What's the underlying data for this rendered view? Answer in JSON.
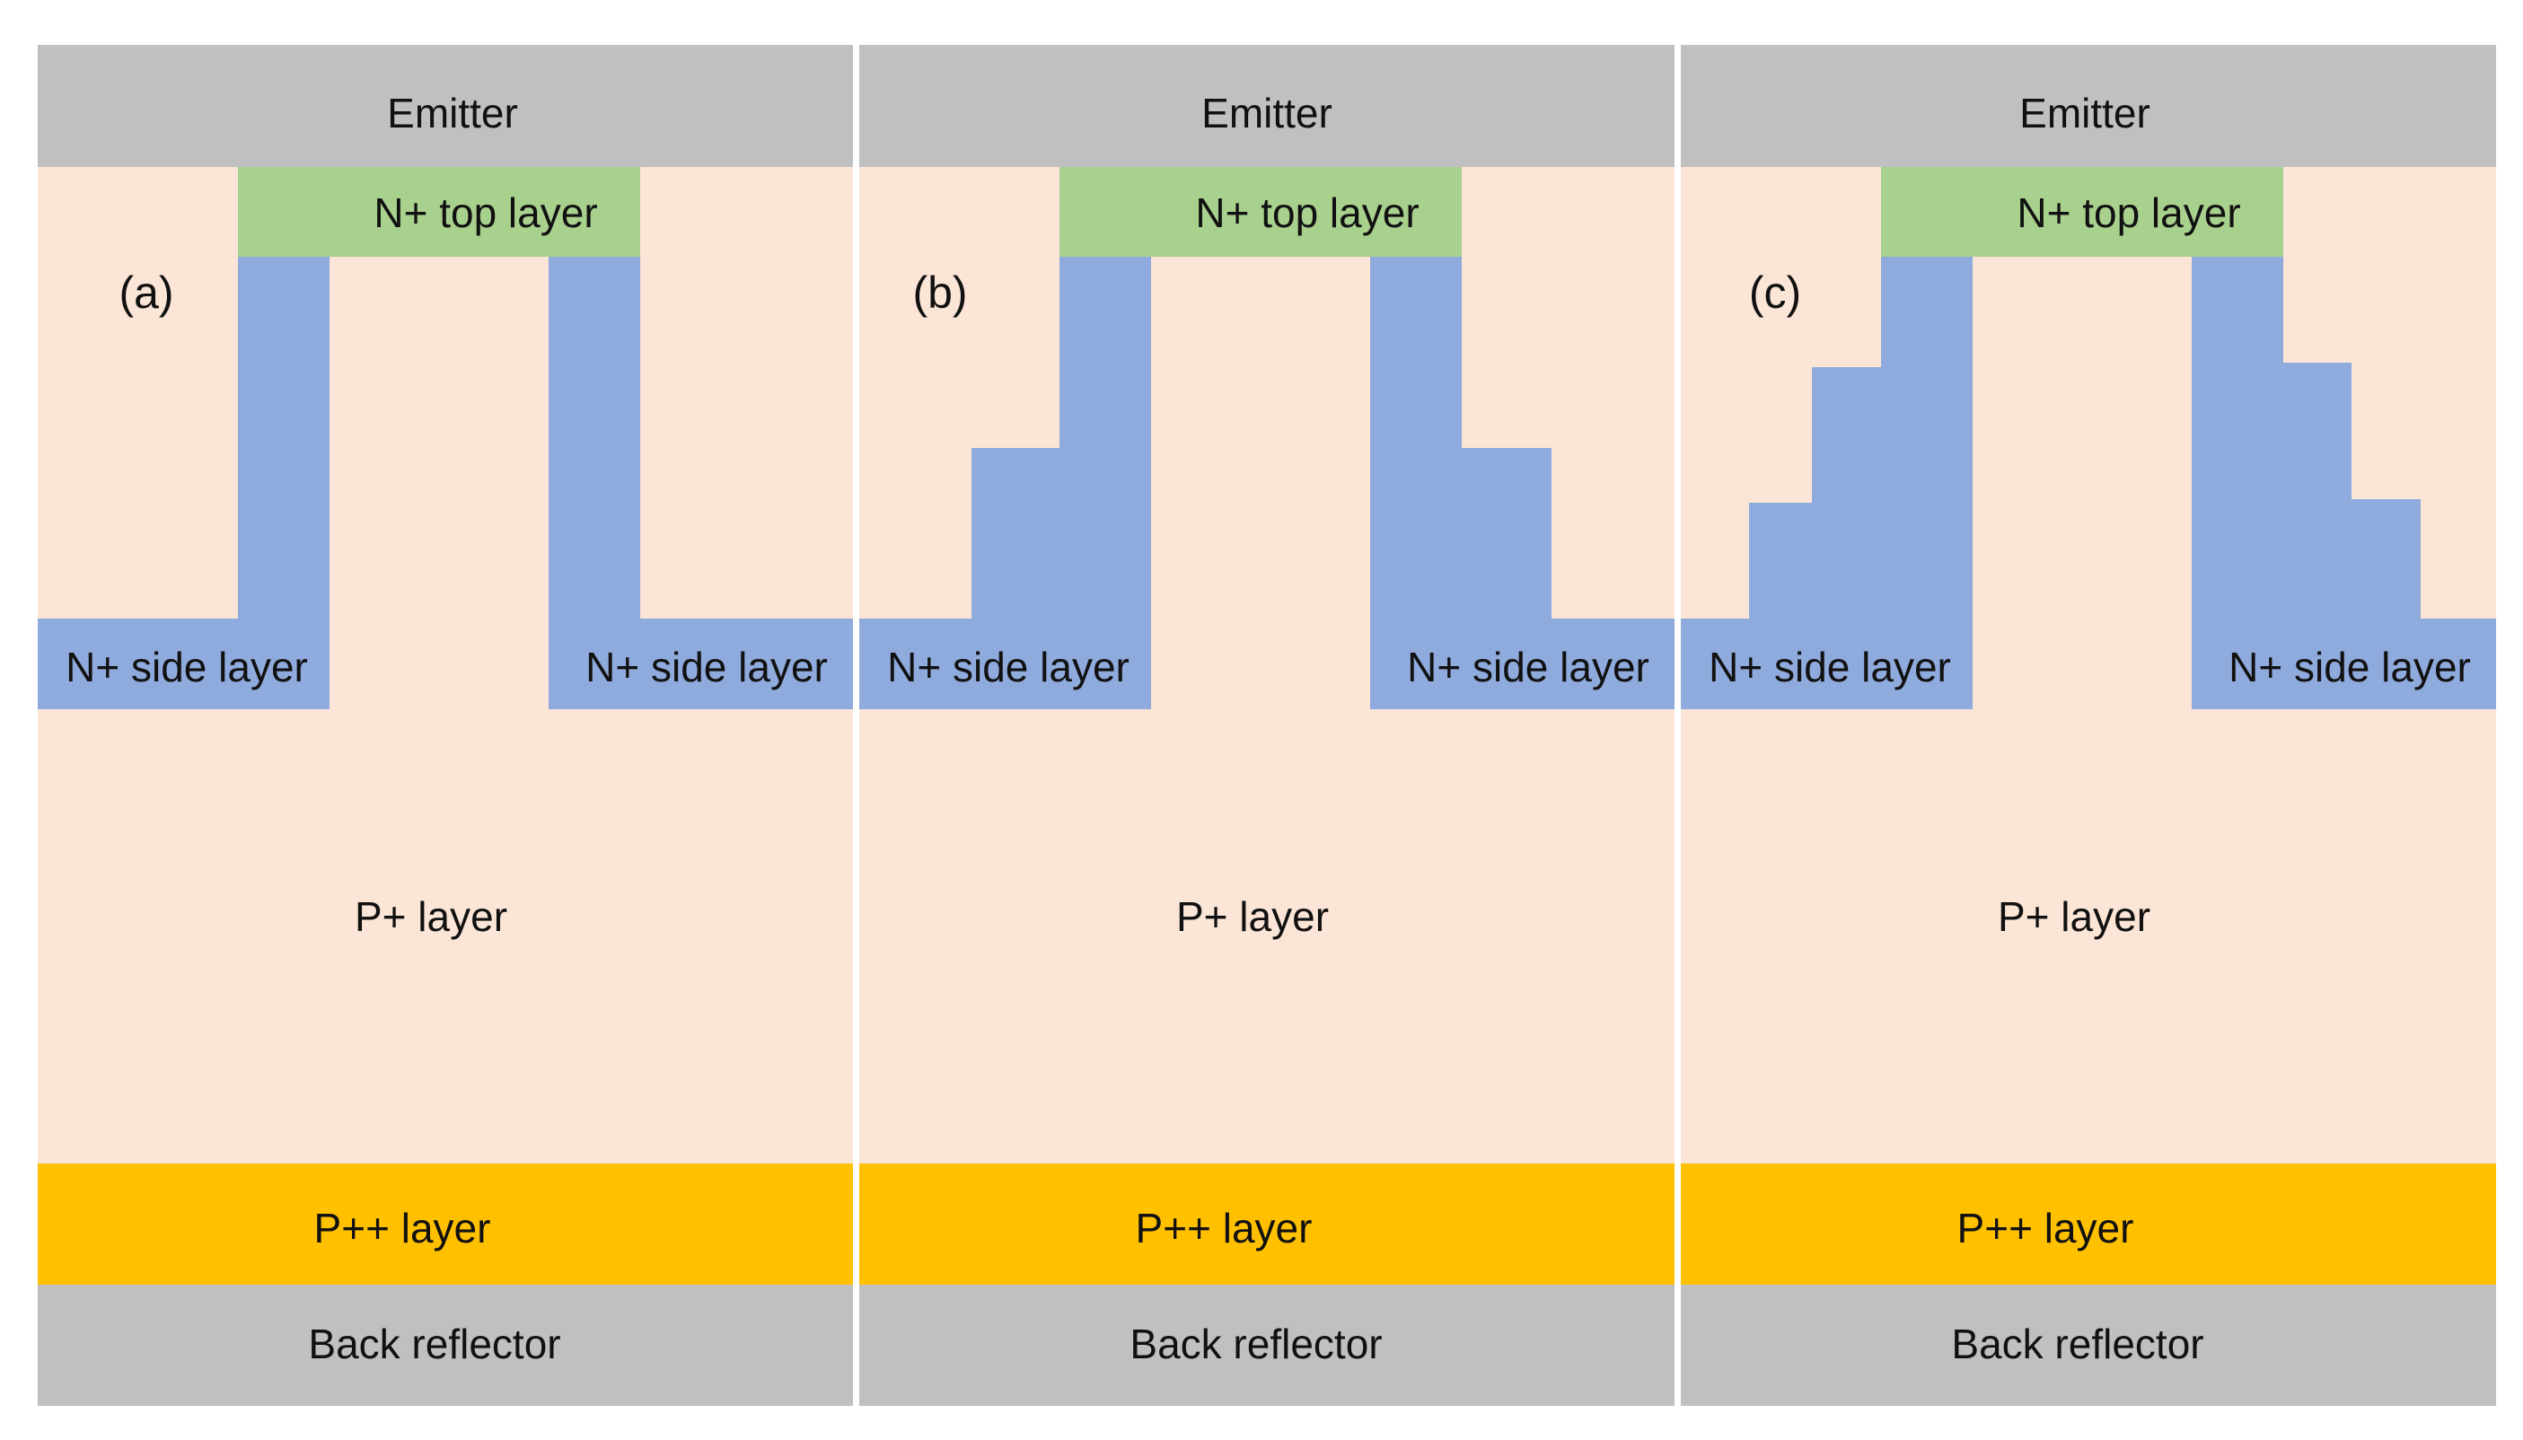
{
  "colors": {
    "emitter": "#c0c0c0",
    "n_top": "#a9d18e",
    "n_side": "#8faadc",
    "p_layer": "#fbe5d6",
    "p_pp": "#ffc000",
    "reflector": "#c0c0c0",
    "background": "#ffffff"
  },
  "panels": [
    {
      "tag": "(a)",
      "labels": {
        "emitter": "Emitter",
        "n_top": "N+ top layer",
        "n_side_left": "N+ side layer",
        "n_side_right": "N+ side layer",
        "p_layer": "P+ layer",
        "p_pp": "P++ layer",
        "reflector": "Back reflector"
      }
    },
    {
      "tag": "(b)",
      "labels": {
        "emitter": "Emitter",
        "n_top": "N+ top layer",
        "n_side_left": "N+ side layer",
        "n_side_right": "N+ side layer",
        "p_layer": "P+ layer",
        "p_pp": "P++ layer",
        "reflector": "Back reflector"
      }
    },
    {
      "tag": "(c)",
      "labels": {
        "emitter": "Emitter",
        "n_top": "N+ top layer",
        "n_side_left": "N+ side layer",
        "n_side_right": "N+ side layer",
        "p_layer": "P+ layer",
        "p_pp": "P++ layer",
        "reflector": "Back reflector"
      }
    }
  ]
}
